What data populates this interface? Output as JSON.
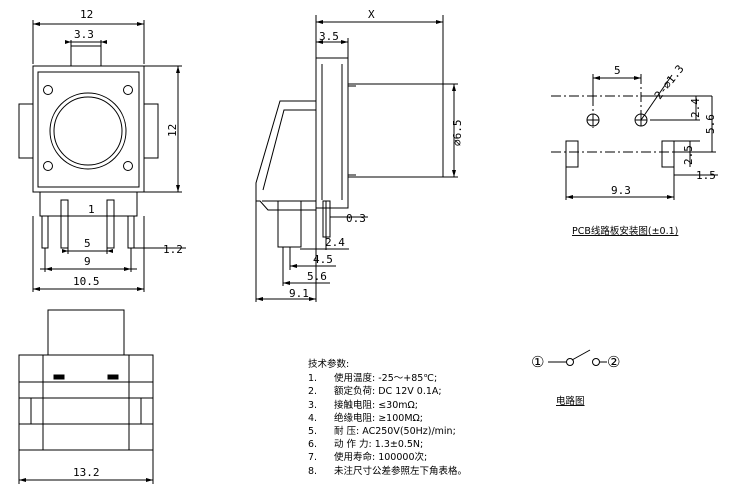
{
  "front_view": {
    "width": "12",
    "button_width": "3.3",
    "height": "12",
    "pin_gap": "1",
    "pin_pitch_inner": "5",
    "pin_span": "9",
    "pin_offset": "1.2",
    "body_width": "10.5"
  },
  "side_view": {
    "x_label": "X",
    "button_offset": "3.5",
    "diameter": "⌀6.5",
    "pin_thickness": "0.3",
    "dim_2_4": "2.4",
    "dim_4_5": "4.5",
    "dim_5_6": "5.6",
    "dim_9_1": "9.1"
  },
  "pcb": {
    "dim_5": "5",
    "hole_dia": "2-⌀1.3",
    "dim_2_4": "2.4",
    "dim_5_6": "5.6",
    "dim_2_5": "2.5",
    "dim_1_5": "1.5",
    "dim_9_3": "9.3",
    "caption": "PCB线路板安装图(±0.1)"
  },
  "bottom_view": {
    "width": "13.2"
  },
  "specs": {
    "title": "技术参数:",
    "items": [
      {
        "num": "1.",
        "text": "使用温度: -25～+85℃;"
      },
      {
        "num": "2.",
        "text": "额定负荷: DC 12V 0.1A;"
      },
      {
        "num": "3.",
        "text": "接触电阻: ≤30mΩ;"
      },
      {
        "num": "4.",
        "text": "绝缘电阻: ≥100MΩ;"
      },
      {
        "num": "5.",
        "text": "耐    压: AC250V(50Hz)/min;"
      },
      {
        "num": "6.",
        "text": "动 作 力: 1.3±0.5N;"
      },
      {
        "num": "7.",
        "text": "使用寿命: 100000次;"
      },
      {
        "num": "8.",
        "text": "未注尺寸公差参照左下角表格。"
      }
    ]
  },
  "circuit": {
    "terminal_1": "①",
    "terminal_2": "②",
    "caption": "电路图"
  }
}
